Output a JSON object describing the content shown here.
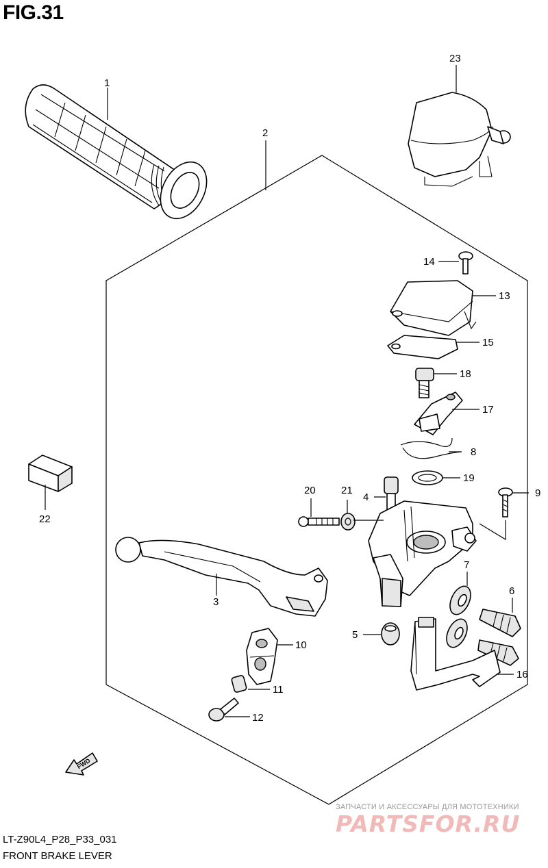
{
  "figure": {
    "title": "FIG.31",
    "model_code": "LT-Z90L4_P28_P33_031",
    "caption": "FRONT BRAKE LEVER"
  },
  "parts": [
    {
      "key": "p1",
      "number": "1"
    },
    {
      "key": "p2",
      "number": "2"
    },
    {
      "key": "p3",
      "number": "3"
    },
    {
      "key": "p4",
      "number": "4"
    },
    {
      "key": "p5",
      "number": "5"
    },
    {
      "key": "p6",
      "number": "6"
    },
    {
      "key": "p7",
      "number": "7"
    },
    {
      "key": "p8",
      "number": "8"
    },
    {
      "key": "p9",
      "number": "9"
    },
    {
      "key": "p10",
      "number": "10"
    },
    {
      "key": "p11",
      "number": "11"
    },
    {
      "key": "p12",
      "number": "12"
    },
    {
      "key": "p13",
      "number": "13"
    },
    {
      "key": "p14",
      "number": "14"
    },
    {
      "key": "p15",
      "number": "15"
    },
    {
      "key": "p16",
      "number": "16"
    },
    {
      "key": "p17",
      "number": "17"
    },
    {
      "key": "p18",
      "number": "18"
    },
    {
      "key": "p19",
      "number": "19"
    },
    {
      "key": "p20",
      "number": "20"
    },
    {
      "key": "p21",
      "number": "21"
    },
    {
      "key": "p22",
      "number": "22"
    },
    {
      "key": "p23",
      "number": "23"
    }
  ],
  "fwd_label": "FWD",
  "watermark": {
    "tagline": "ЗАПЧАСТИ И АКСЕССУАРЫ ДЛЯ МОТОТЕХНИКИ",
    "logo": "PARTSFOR.RU"
  }
}
